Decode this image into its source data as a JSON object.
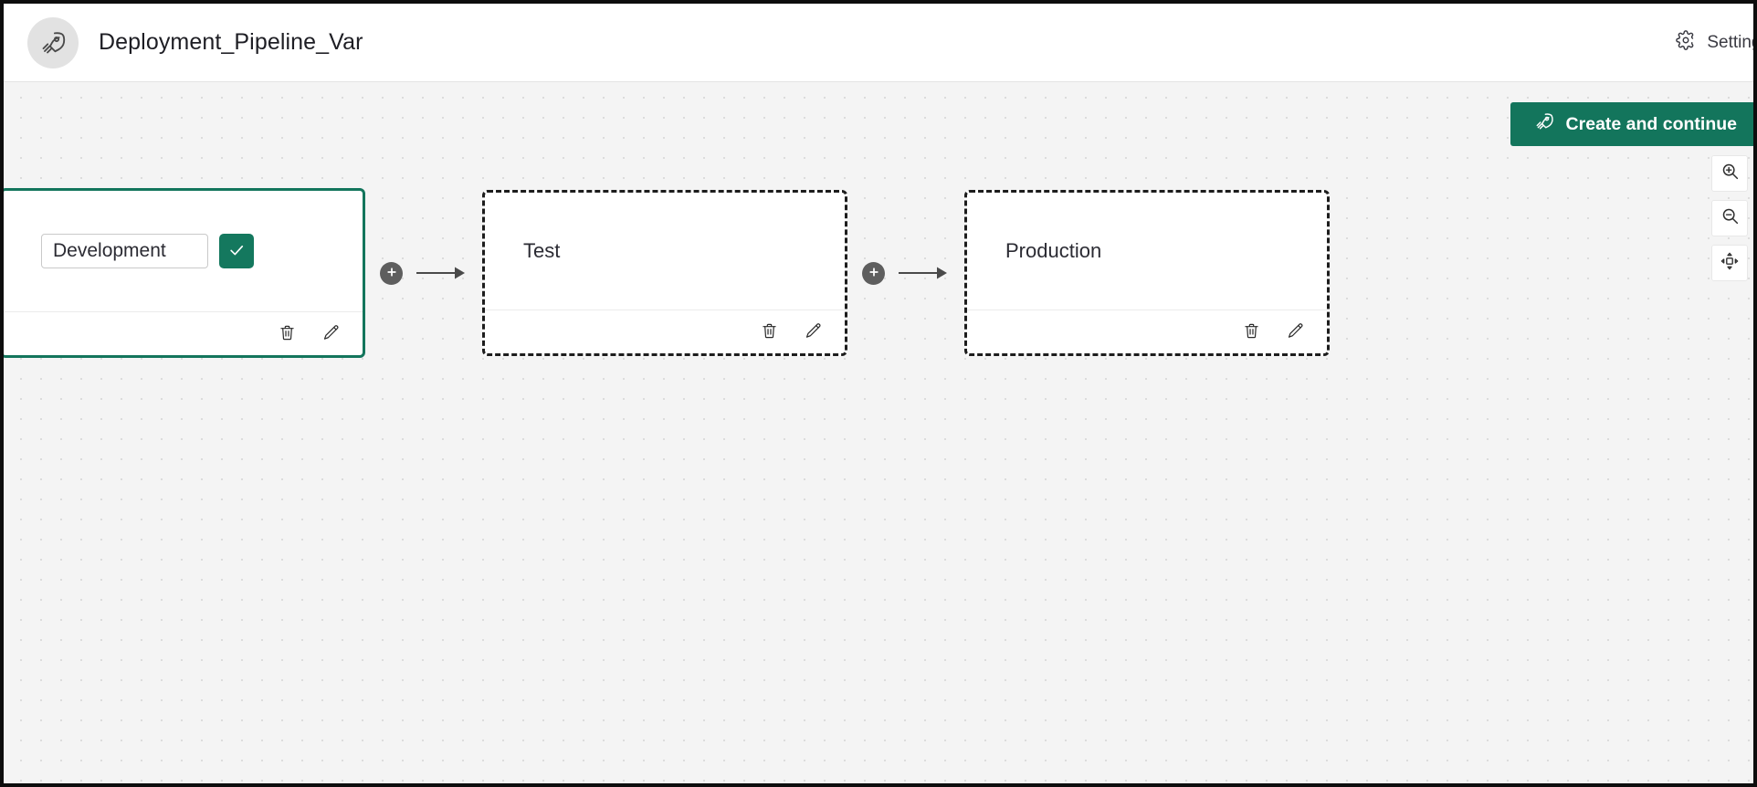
{
  "header": {
    "app_icon": "rocket-icon",
    "title": "Deployment_Pipeline_Var",
    "settings_label": "Settings",
    "settings_icon": "gear-icon"
  },
  "toolbar": {
    "create_label": "Create and continue",
    "create_icon": "rocket-icon",
    "create_color": "#13755c"
  },
  "zoom_controls": [
    {
      "name": "zoom-in",
      "icon": "zoom-in-icon"
    },
    {
      "name": "zoom-out",
      "icon": "zoom-out-icon"
    },
    {
      "name": "fit-to-screen",
      "icon": "fit-screen-icon"
    }
  ],
  "canvas": {
    "background_color": "#f4f4f4",
    "dot_color": "#dcdcdc"
  },
  "pipeline": {
    "stages": [
      {
        "name": "Development",
        "state": "editing",
        "selected": true,
        "input_value": "Development",
        "input_placeholder": "Stage name",
        "confirm_icon": "check-icon",
        "delete_icon": "trash-icon",
        "edit_icon": "pencil-icon"
      },
      {
        "name": "Test",
        "state": "default",
        "selected": false,
        "delete_icon": "trash-icon",
        "edit_icon": "pencil-icon"
      },
      {
        "name": "Production",
        "state": "default",
        "selected": false,
        "delete_icon": "trash-icon",
        "edit_icon": "pencil-icon"
      }
    ],
    "connectors": [
      {
        "add_label": "+",
        "arrow": "arrow-right-icon"
      },
      {
        "add_label": "+",
        "arrow": "arrow-right-icon"
      }
    ],
    "accent_color": "#13755c"
  }
}
